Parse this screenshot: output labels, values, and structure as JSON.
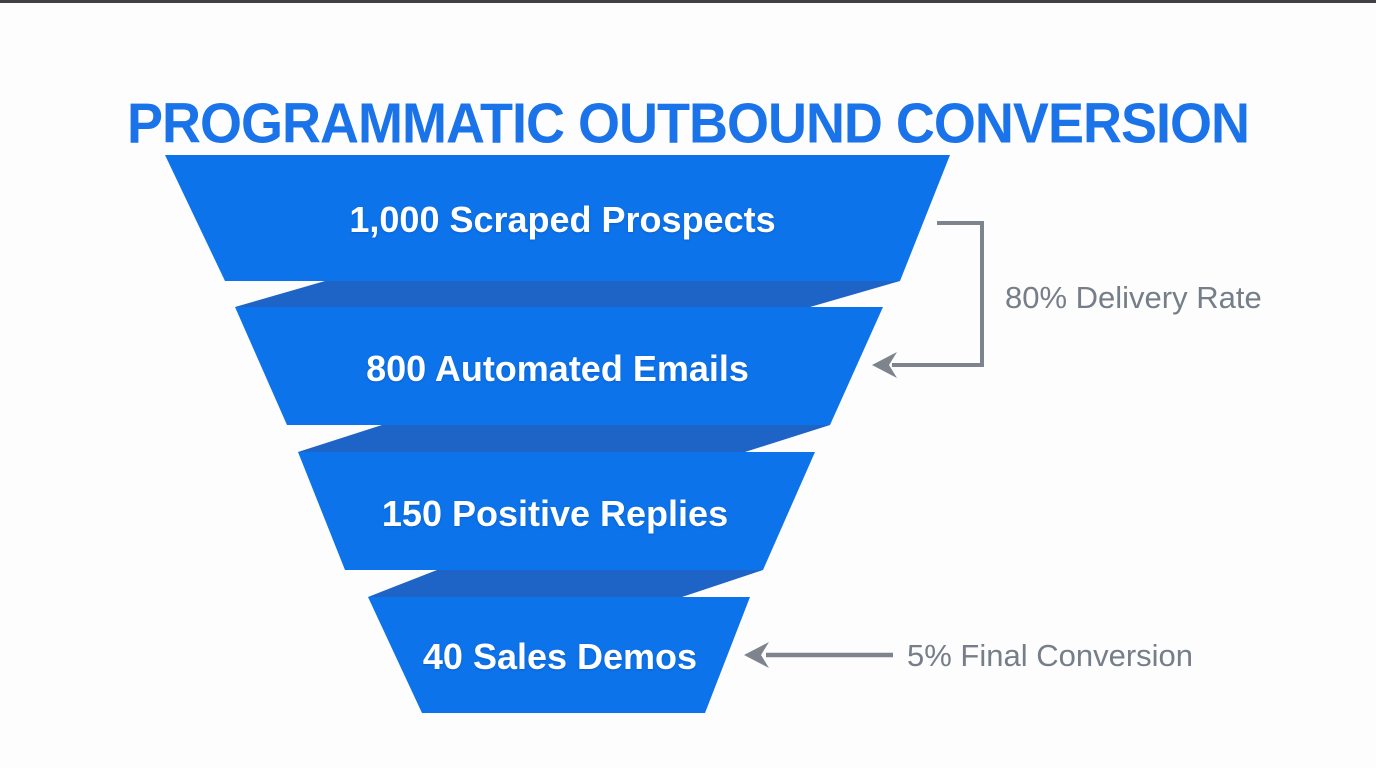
{
  "page": {
    "title": "PROGRAMMATIC OUTBOUND CONVERSION"
  },
  "colors": {
    "title_blue": "#1a73e8",
    "segment_blue": "#0d73ea",
    "fold_blue": "#1e63c6",
    "stage_text_white": "#ffffff",
    "annotation_gray": "#767e89",
    "connector_gray": "#7e848d",
    "background": "#fdfdfd"
  },
  "funnel": {
    "stages": [
      {
        "label": "1,000 Scraped Prospects",
        "value": 1000
      },
      {
        "label": "800 Automated Emails",
        "value": 800
      },
      {
        "label": "150 Positive Replies",
        "value": 150
      },
      {
        "label": "40 Sales Demos",
        "value": 40
      }
    ],
    "annotations": {
      "delivery_rate": "80% Delivery Rate",
      "final_conversion": "5% Final Conversion"
    }
  },
  "chart_data": {
    "type": "funnel",
    "title": "PROGRAMMATIC OUTBOUND CONVERSION",
    "stages": [
      "1,000 Scraped Prospects",
      "800 Automated Emails",
      "150 Positive Replies",
      "40 Sales Demos"
    ],
    "values": [
      1000,
      800,
      150,
      40
    ],
    "annotations": [
      {
        "text": "80% Delivery Rate",
        "connects": [
          "1,000 Scraped Prospects",
          "800 Automated Emails"
        ],
        "side": "right",
        "style": "bracket-arrow"
      },
      {
        "text": "5% Final Conversion",
        "points_to": "40 Sales Demos",
        "side": "right",
        "style": "straight-arrow"
      }
    ],
    "layout": {
      "orientation": "top-down",
      "segment_style": "folded-ribbon",
      "legend": false,
      "grid": false
    }
  }
}
